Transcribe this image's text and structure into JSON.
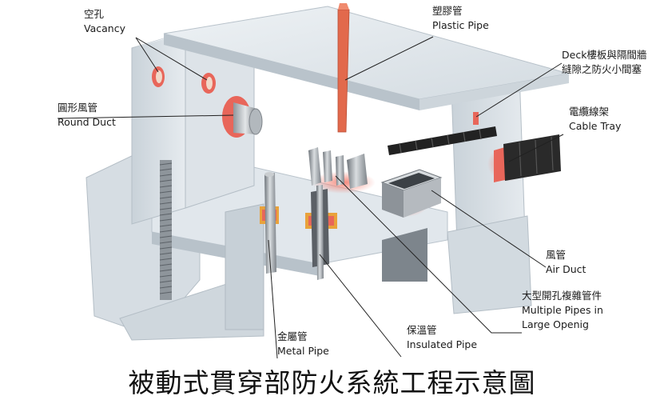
{
  "colors": {
    "concrete": "#dfe5ea",
    "concrete_shadow": "#b9c3cb",
    "concrete_dark": "#9aa6b0",
    "firestop": "#e8665a",
    "firestop_glow": "#f6b3aa",
    "pipe_orange": "#e2694c",
    "metal": "#9ea3a8",
    "insulation": "#5b6066",
    "cable": "#1e1e1e",
    "leader": "#222222"
  },
  "labels": {
    "vacancy": {
      "zh": "空孔",
      "en": "Vacancy"
    },
    "round_duct": {
      "zh": "圓形風管",
      "en": "Round Duct"
    },
    "plastic_pipe": {
      "zh": "塑膠管",
      "en": "Plastic Pipe"
    },
    "deck_gap": {
      "zh1": "Deck樓板與隔間牆",
      "zh2": "縫隙之防火小間塞"
    },
    "cable_tray": {
      "zh": "電纜線架",
      "en": "Cable Tray"
    },
    "air_duct": {
      "zh": "風管",
      "en": "Air Duct"
    },
    "multiple_pipes": {
      "zh": "大型開孔複雜管件",
      "en1": "Multiple Pipes in",
      "en2": "Large Openig"
    },
    "insulated_pipe": {
      "zh": "保溫管",
      "en": "Insulated Pipe"
    },
    "metal_pipe": {
      "zh": "金屬管",
      "en": "Metal Pipe"
    }
  },
  "title": "被動式貫穿部防火系統工程示意圖"
}
